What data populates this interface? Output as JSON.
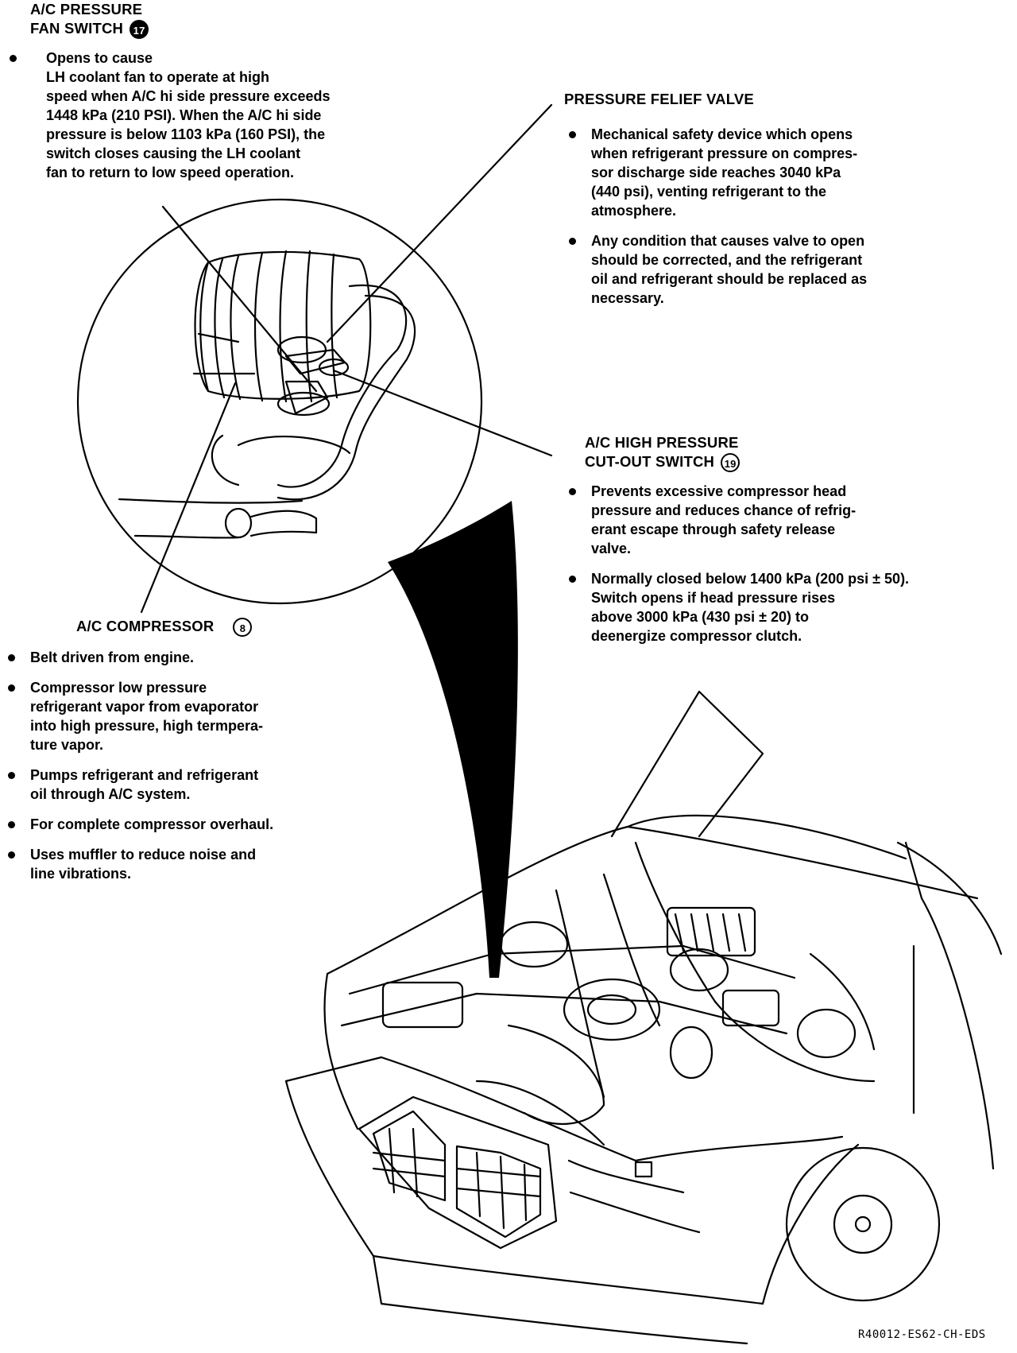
{
  "fan_switch": {
    "heading_line1": "A/C PRESSURE",
    "heading_line2": "FAN SWITCH",
    "callout_number": "17",
    "bullets": [
      "Opens to cause\nLH coolant fan to operate at high\nspeed when A/C hi side pressure exceeds\n1448 kPa (210 PSI). When the A/C hi side\npressure is below 1103 kPa (160 PSI), the\nswitch closes causing the LH coolant\nfan to return to low speed operation."
    ]
  },
  "relief_valve": {
    "heading": "PRESSURE FELIEF VALVE",
    "bullets": [
      "Mechanical safety device which opens\nwhen refrigerant pressure on compres-\nsor discharge side reaches 3040 kPa\n(440 psi), venting refrigerant to the\natmosphere.",
      "Any condition that causes valve to open\nshould be corrected, and the refrigerant\noil and refrigerant should be replaced as\nnecessary."
    ]
  },
  "cutout_switch": {
    "heading_line1": "A/C HIGH PRESSURE",
    "heading_line2": "CUT-OUT SWITCH",
    "callout_number": "19",
    "bullets": [
      "Prevents excessive compressor head\npressure and reduces chance of refrig-\nerant escape through safety release\nvalve.",
      "Normally closed below 1400 kPa (200 psi ± 50).\nSwitch opens if head pressure rises\nabove 3000 kPa (430 psi ± 20) to\ndeenergize compressor clutch."
    ]
  },
  "compressor": {
    "heading": "A/C COMPRESSOR",
    "callout_number": "8",
    "bullets": [
      "Belt driven from engine.",
      "Compressor low pressure\nrefrigerant vapor from evaporator\ninto high pressure, high termpera-\nture vapor.",
      "Pumps refrigerant and refrigerant\noil through A/C system.",
      "For complete compressor overhaul.",
      "Uses muffler to reduce noise and\nline vibrations."
    ]
  },
  "figure_code": "R40012-ES62-CH-EDS"
}
